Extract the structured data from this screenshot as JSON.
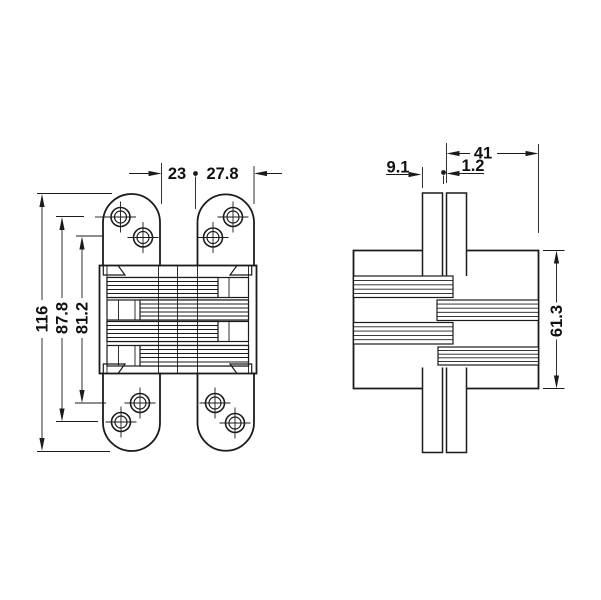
{
  "drawing": {
    "type": "technical-dimension-drawing",
    "subject": "concealed mortise hinge, front view and side view",
    "line_color": "#1b1b1b",
    "background_color": "#ffffff",
    "front_view": {
      "dimensions": {
        "width_left": "23",
        "width_right": "27.8",
        "height_total": "116",
        "hole_span_outer": "87.8",
        "hole_span_inner": "81.2"
      }
    },
    "side_view": {
      "dimensions": {
        "leaf_thickness": "9.1",
        "gap": "1.2",
        "depth": "41",
        "body_height": "61.3"
      }
    }
  }
}
